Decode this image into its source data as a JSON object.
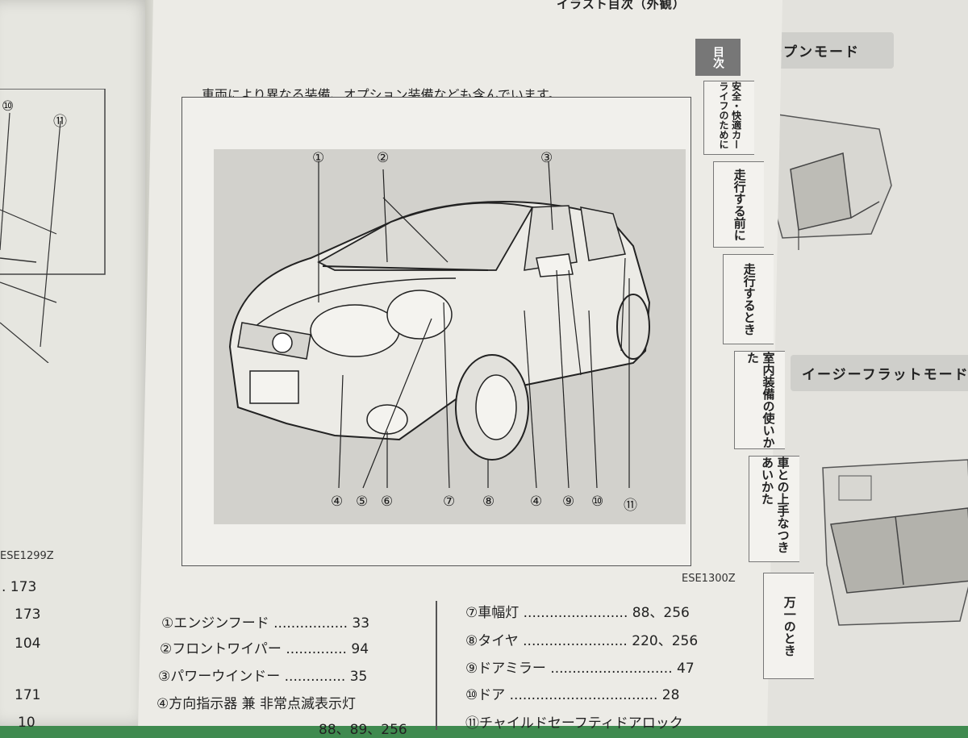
{
  "header": {
    "illustration_index": "イラスト目次（外観）",
    "note": "車両により異なる装備、オプション装備なども含んでいます。"
  },
  "left_page": {
    "callouts": [
      "⑩",
      "⑪"
    ],
    "code": "ESE1299Z",
    "page_numbers": [
      ". 173",
      "173",
      "104",
      "171",
      "10"
    ]
  },
  "diagram": {
    "code": "ESE1300Z",
    "callouts": [
      "①",
      "②",
      "③",
      "④",
      "⑤",
      "⑥",
      "⑦",
      "⑧",
      "④",
      "⑨",
      "⑩",
      "⑪"
    ]
  },
  "toc_left": [
    {
      "label": "①エンジンフード",
      "dots": ".................",
      "page": "33"
    },
    {
      "label": "②フロントワイパー",
      "dots": "..............",
      "page": "94"
    },
    {
      "label": "③パワーウインドー",
      "dots": "..............",
      "page": "35"
    },
    {
      "label": "④方向指示器 兼 非常点滅表示灯",
      "dots": "",
      "page": ""
    },
    {
      "label": "",
      "dots": "",
      "page": "88、89、256"
    }
  ],
  "toc_right": [
    {
      "label": "⑦車幅灯",
      "dots": "........................",
      "page": "88、256"
    },
    {
      "label": "⑧タイヤ",
      "dots": "........................",
      "page": "220、256"
    },
    {
      "label": "⑨ドアミラー",
      "dots": "............................",
      "page": "47"
    },
    {
      "label": "⑩ドア",
      "dots": "..................................",
      "page": "28"
    },
    {
      "label": "⑪チャイルドセーフティドアロック",
      "dots": "",
      "page": ""
    }
  ],
  "tabs": {
    "toc": "目次",
    "items": [
      "安全・快適カーライフのために",
      "走行する前に",
      "走行するとき",
      "室内装備の使いかた",
      "車との上手なつきあいかた",
      "万一のとき"
    ]
  },
  "right_page": {
    "banner_open": "オープンモード",
    "banner_flat": "イージーフラットモード"
  }
}
